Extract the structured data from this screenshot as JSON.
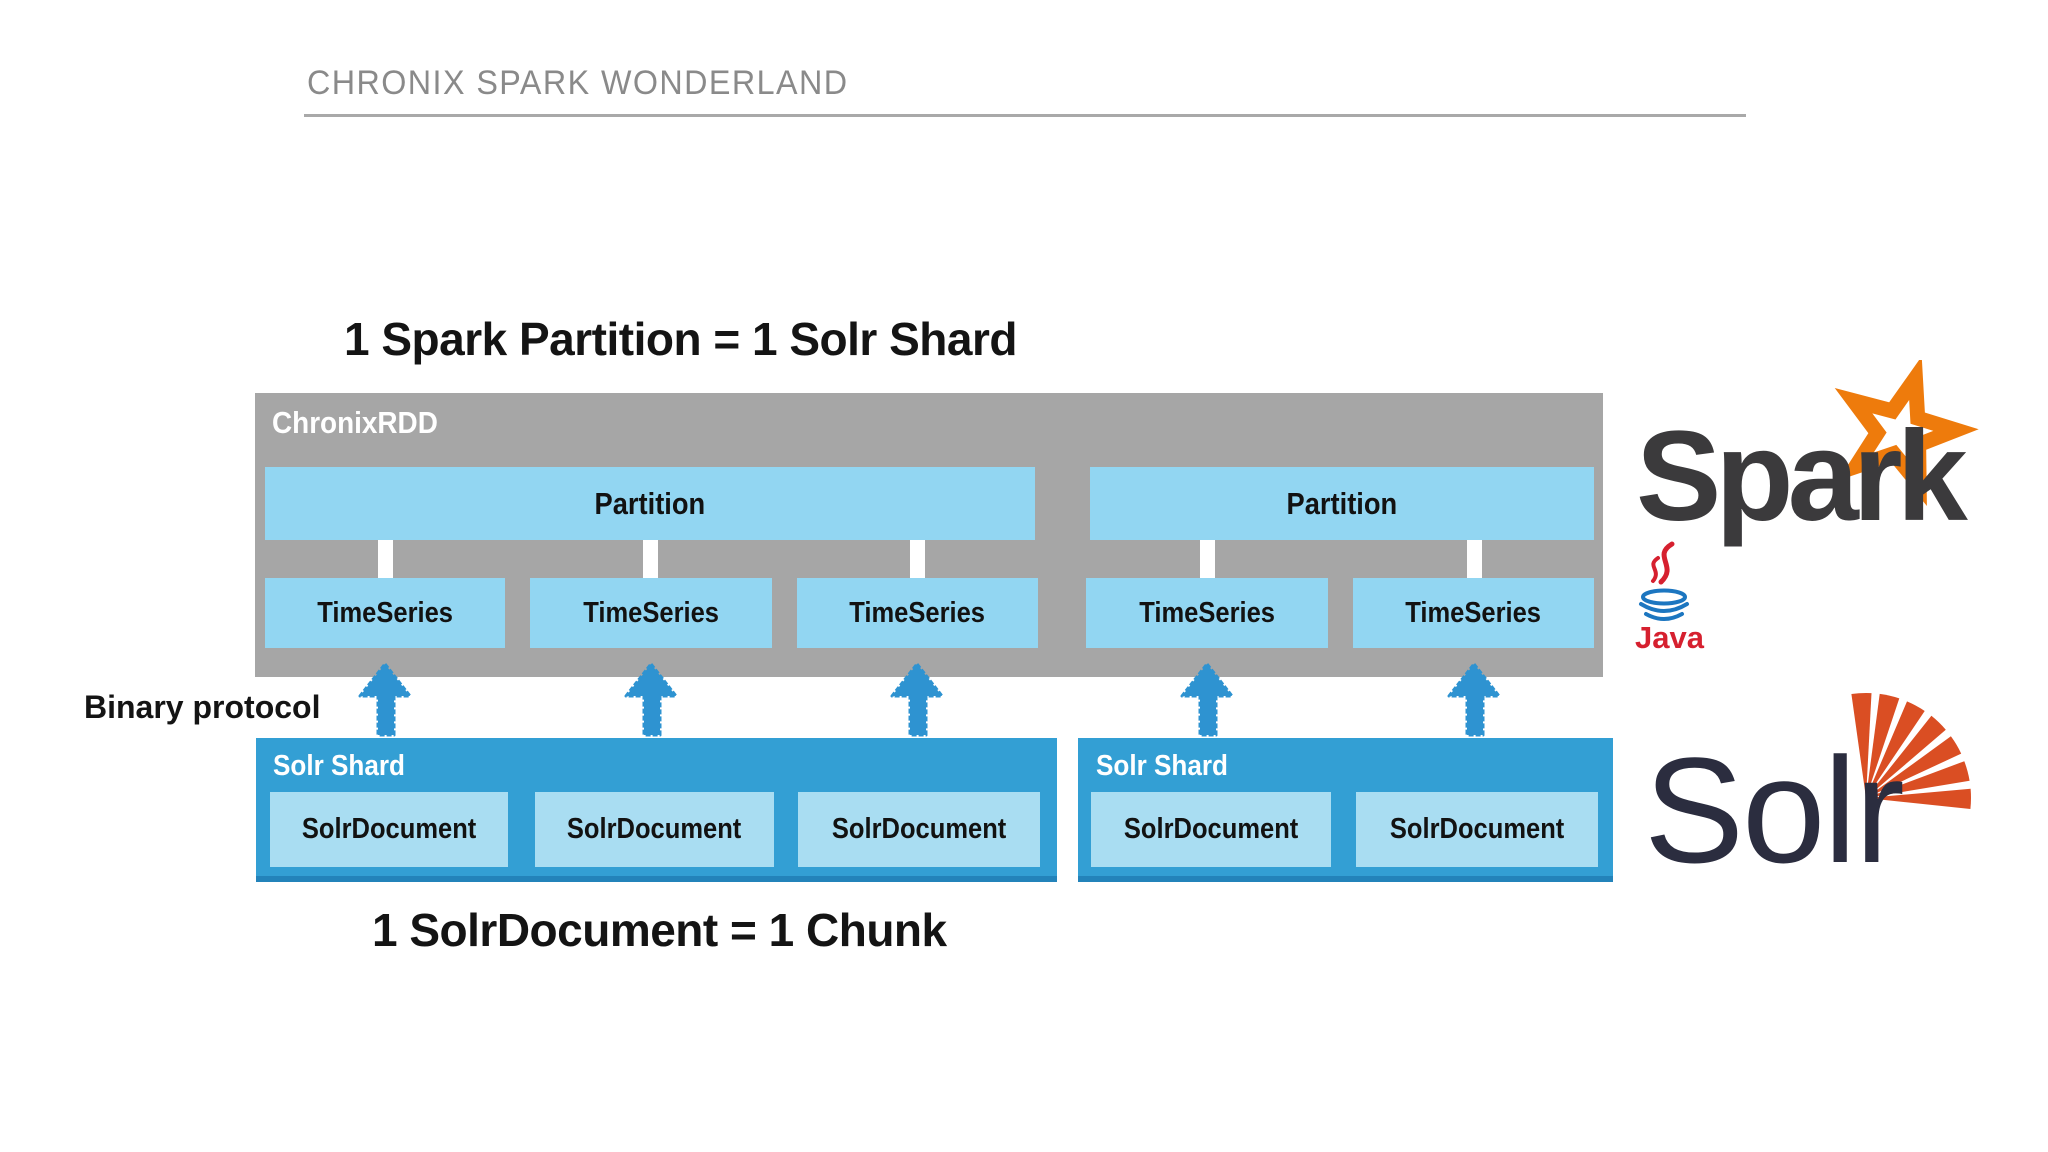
{
  "header": {
    "title": "CHRONIX SPARK WONDERLAND"
  },
  "headings": {
    "top": "1 Spark Partition = 1 Solr Shard",
    "bottom": "1 SolrDocument = 1 Chunk",
    "binary_protocol": "Binary protocol"
  },
  "chronix_rdd": {
    "label": "ChronixRDD",
    "partitions": [
      {
        "label": "Partition",
        "timeseries": [
          "TimeSeries",
          "TimeSeries",
          "TimeSeries"
        ]
      },
      {
        "label": "Partition",
        "timeseries": [
          "TimeSeries",
          "TimeSeries"
        ]
      }
    ]
  },
  "solr": {
    "shards": [
      {
        "label": "Solr Shard",
        "documents": [
          "SolrDocument",
          "SolrDocument",
          "SolrDocument"
        ]
      },
      {
        "label": "Solr Shard",
        "documents": [
          "SolrDocument",
          "SolrDocument"
        ]
      }
    ]
  },
  "logos": {
    "spark": "Spark",
    "java": "Java",
    "solr": "Solr"
  },
  "colors": {
    "title_gray": "#8a8a8a",
    "container_gray": "#a6a6a6",
    "light_blue": "#92d6f2",
    "shard_blue": "#339fd4",
    "shard_blue_dark": "#2383ba",
    "document_blue": "#a9ddf2",
    "arrow_blue": "#2e93d1",
    "text_black": "#141414",
    "spark_orange": "#ee7b0c",
    "spark_text": "#3b3a3c",
    "java_red": "#d6202f",
    "java_blue": "#1c76c0",
    "solr_orange": "#da4e23",
    "solr_text": "#2b2d3f"
  }
}
